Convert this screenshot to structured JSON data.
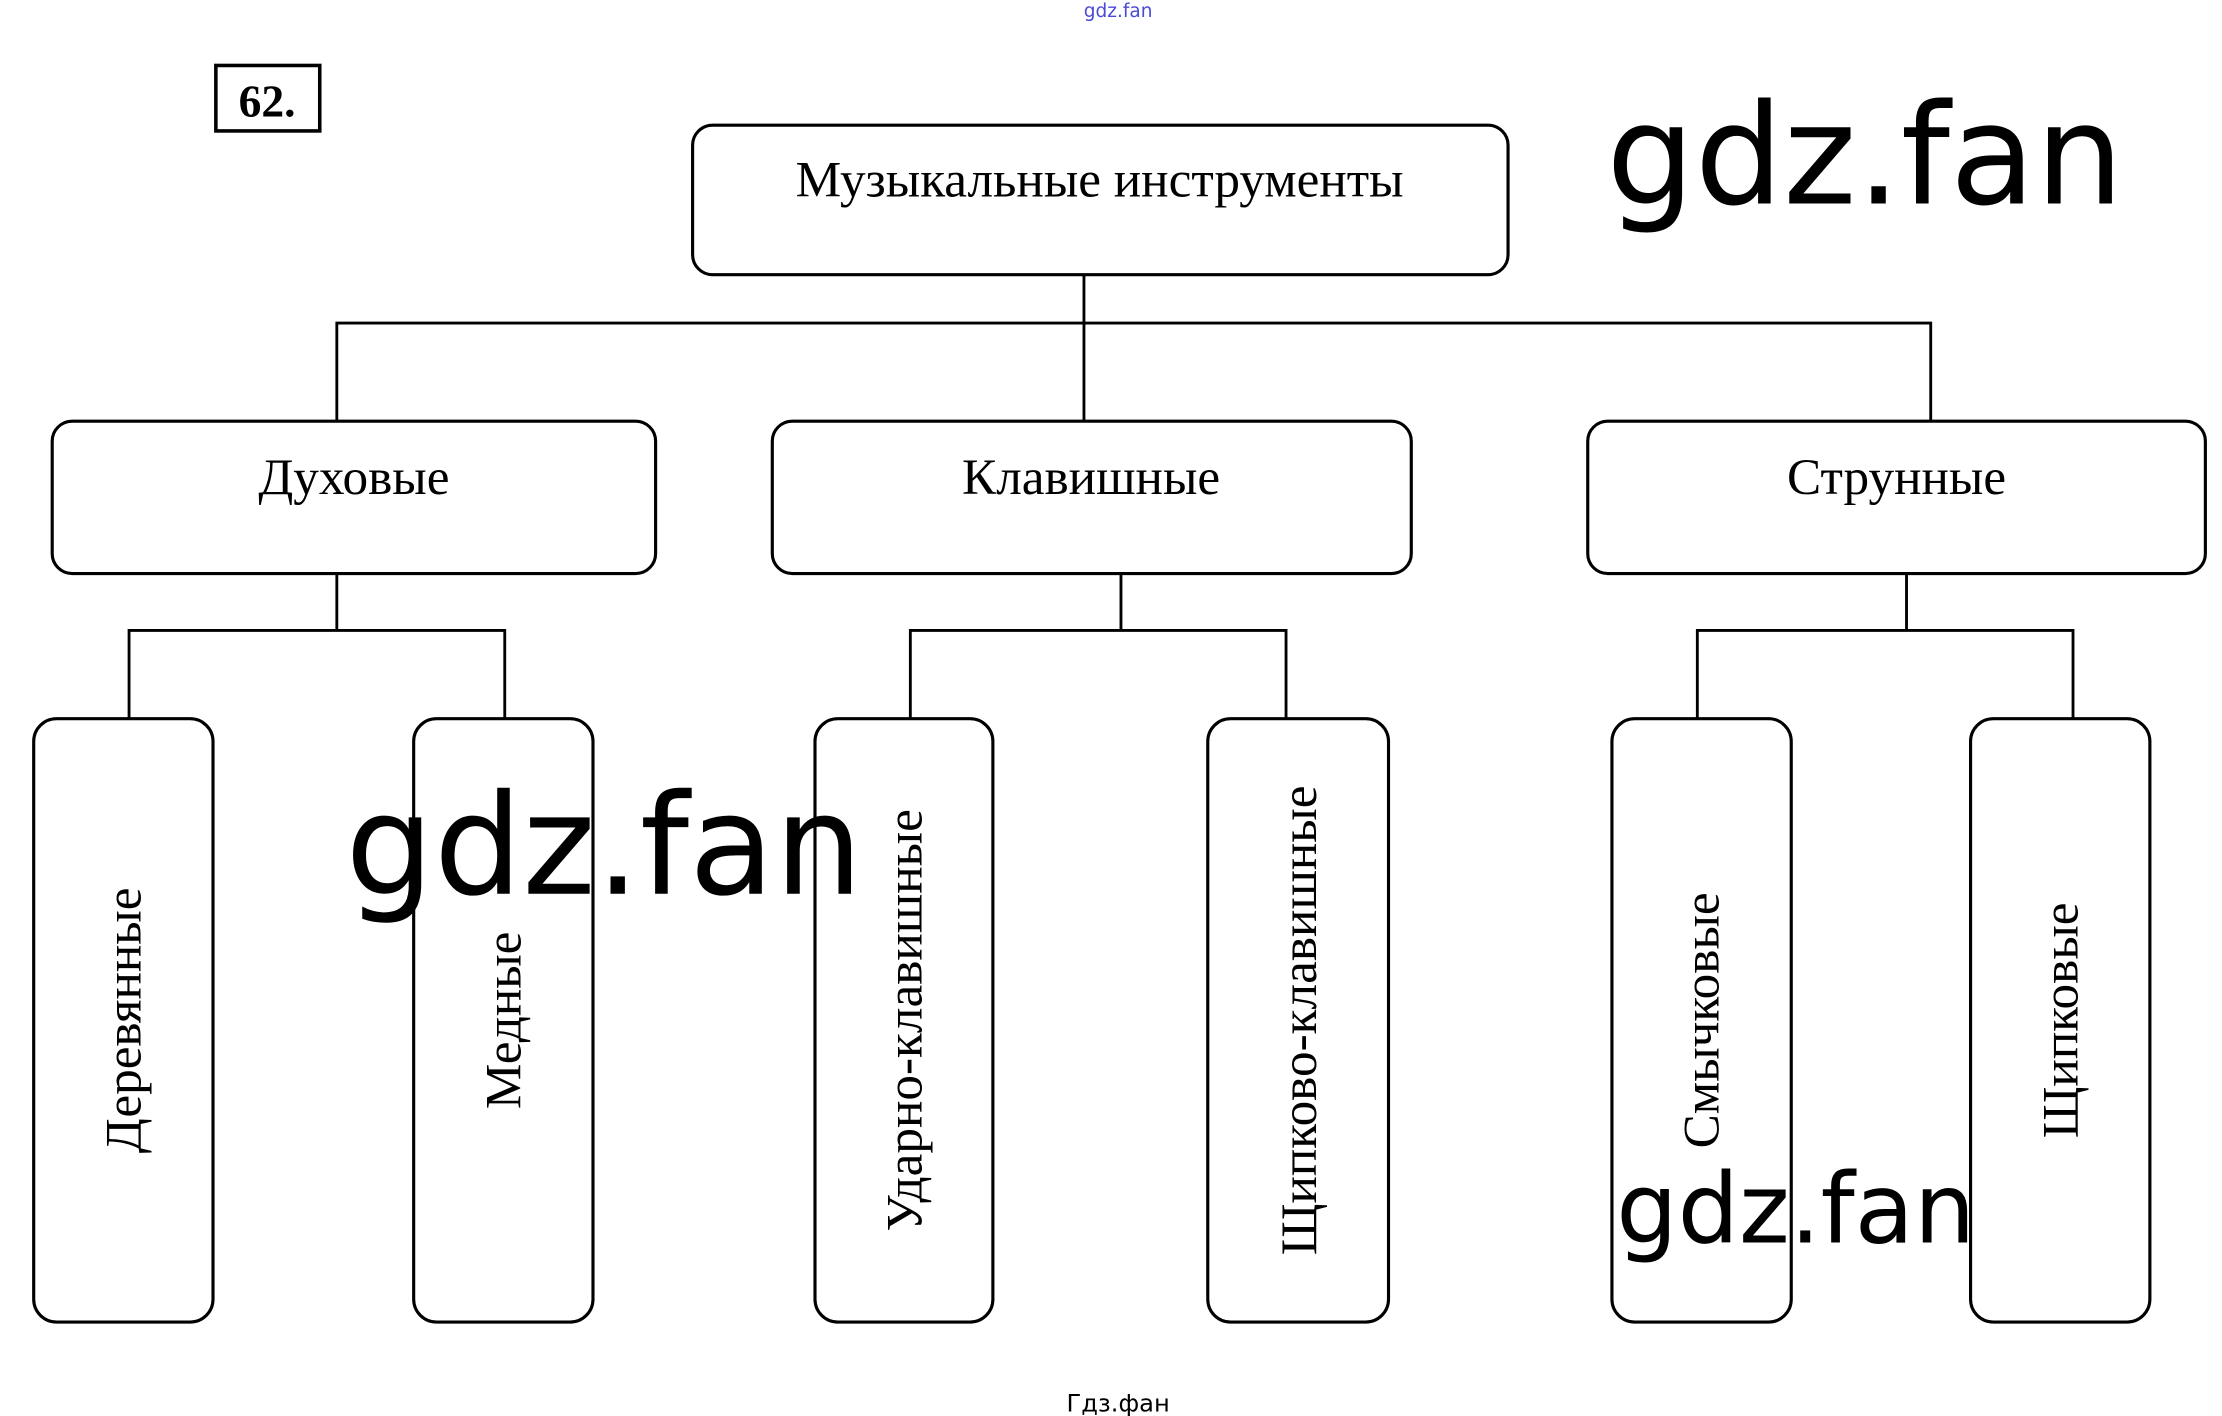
{
  "task_number": "62.",
  "root": "Музыкальные инструменты",
  "categories": [
    {
      "label": "Духовые",
      "children": [
        "Деревянные",
        "Медные"
      ]
    },
    {
      "label": "Клавишные",
      "children": [
        "Ударно-клавишные",
        "Щипково-клавишные"
      ]
    },
    {
      "label": "Струнные",
      "children": [
        "Смычковые",
        "Щипковые"
      ]
    }
  ],
  "watermarks": {
    "top_small": "gdz.fan",
    "large_right": "gdz.fan",
    "large_middle": "gdz.fan",
    "large_bottom": "gdz.fan",
    "footer": "Гдз.фан"
  },
  "colors": {
    "top_watermark": "#3a3ad0"
  }
}
